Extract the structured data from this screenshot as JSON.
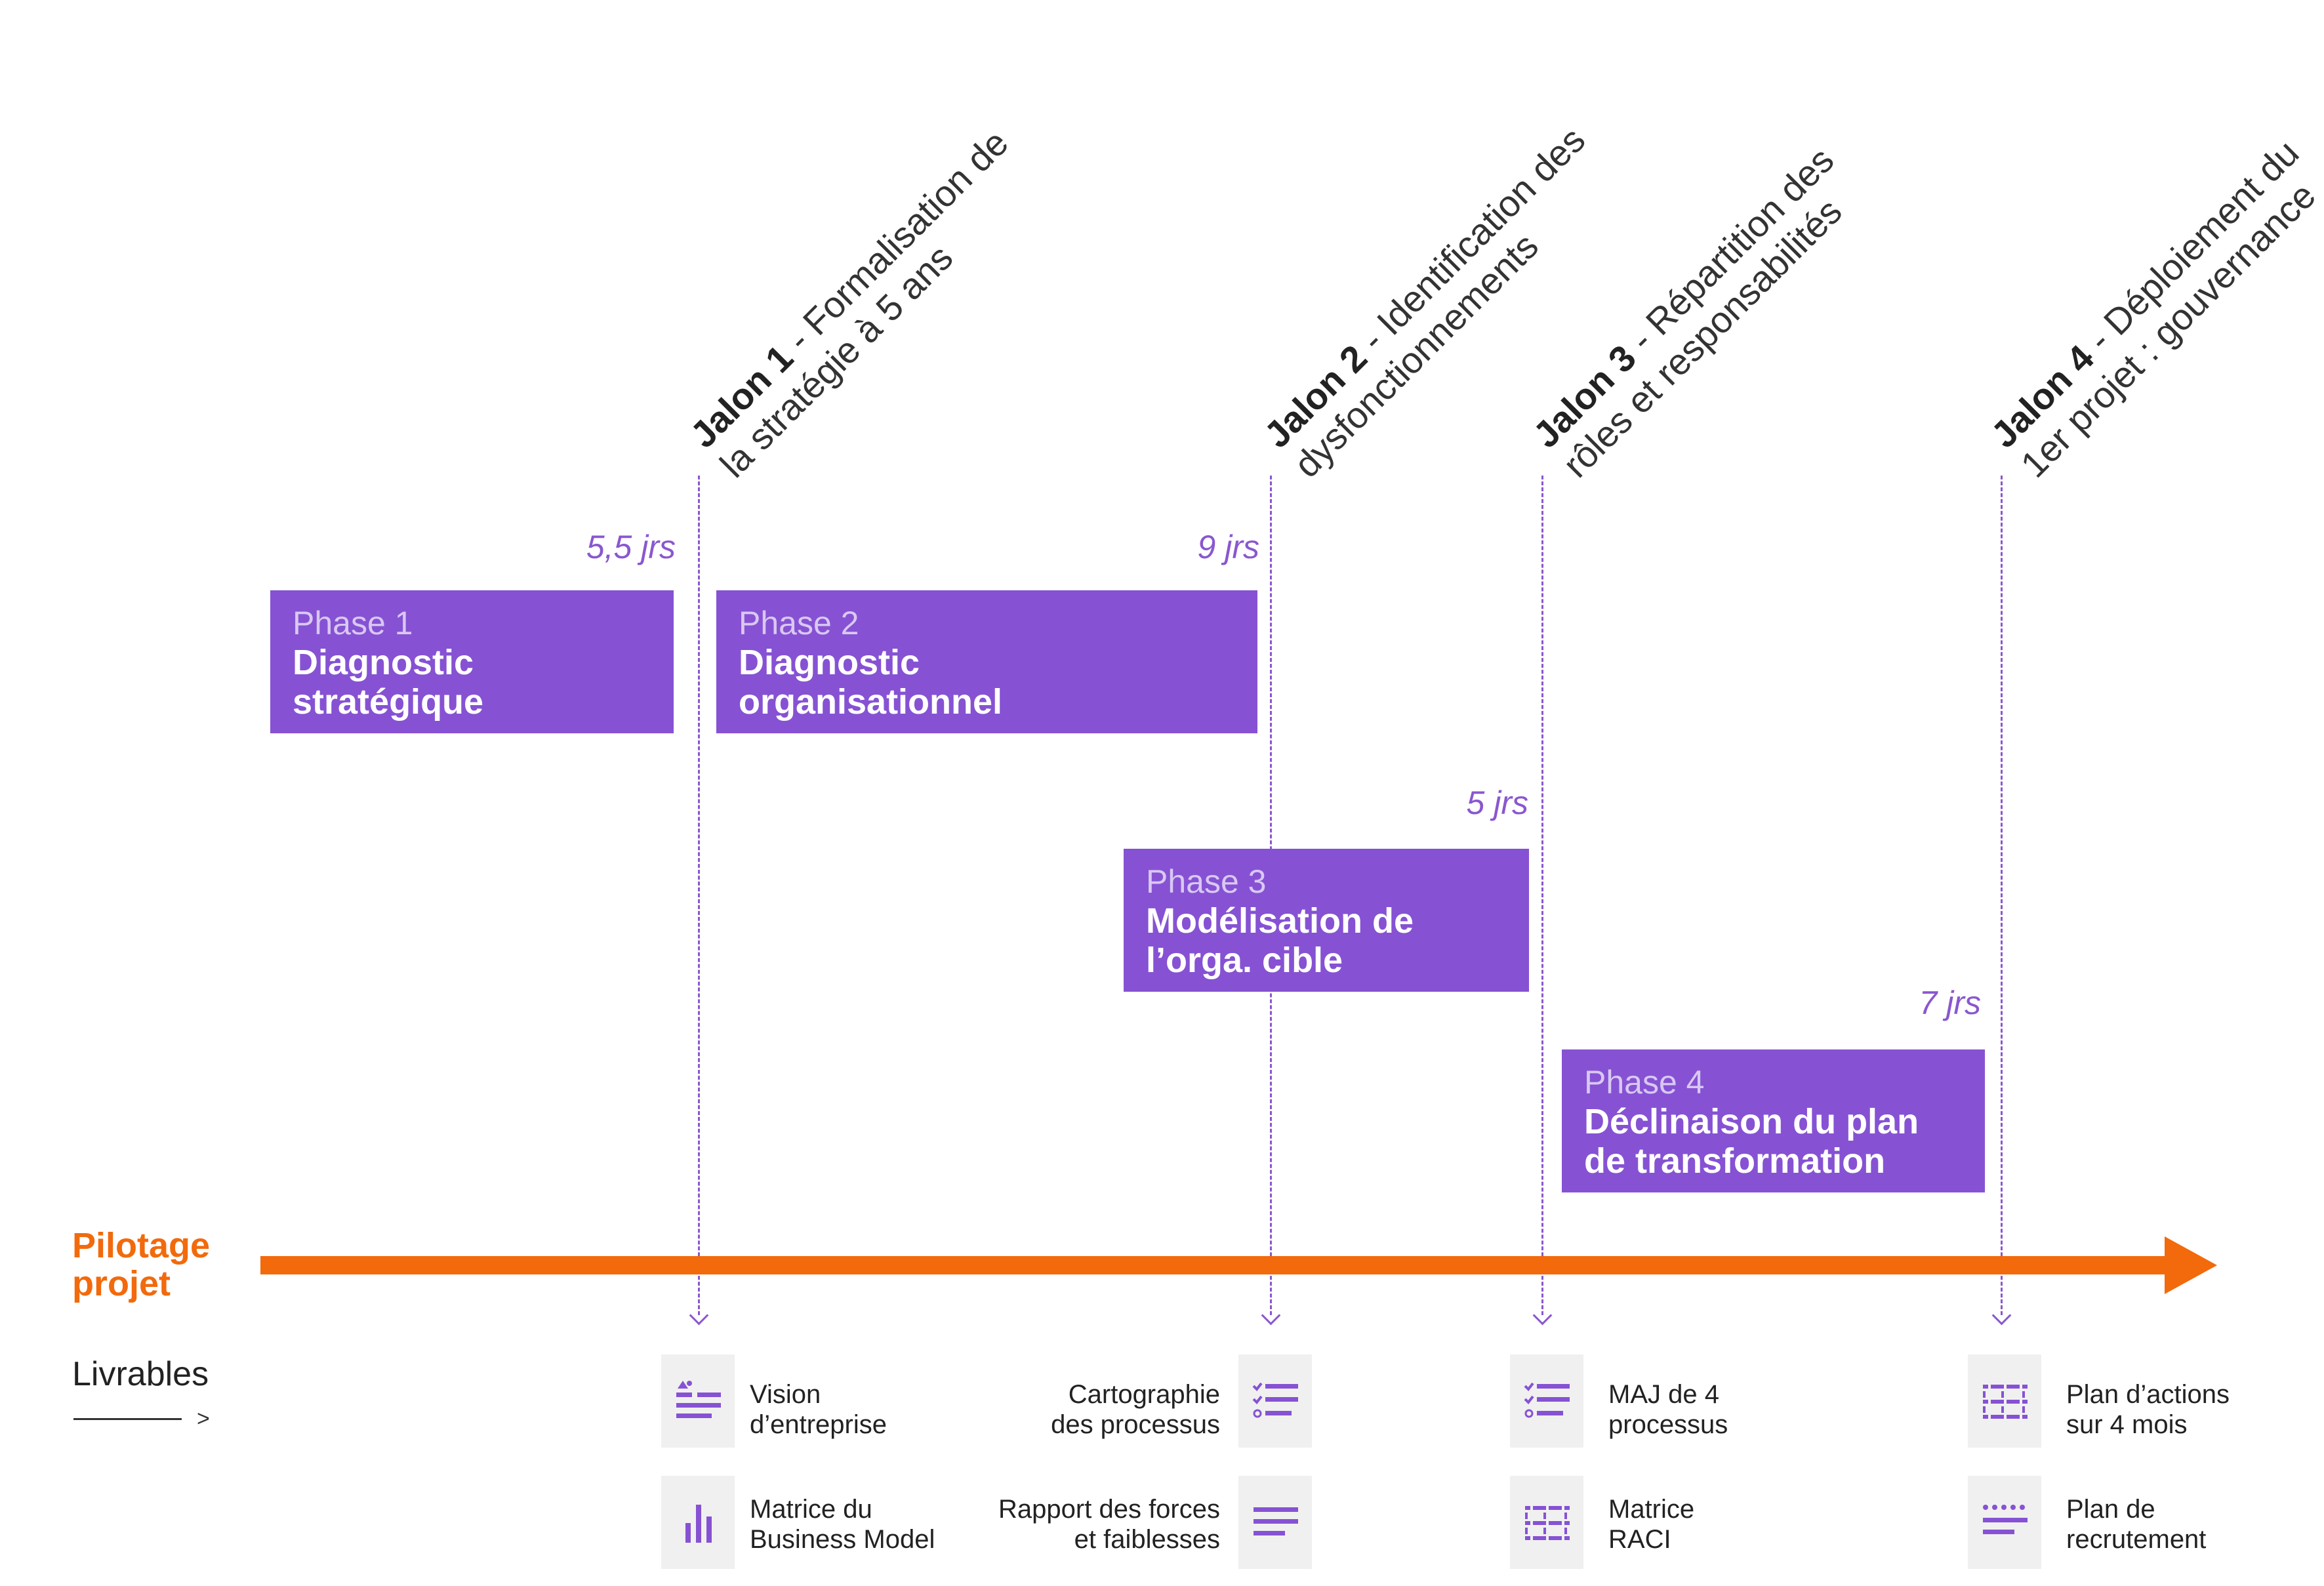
{
  "jalons": [
    {
      "bold": "Jalon 1",
      "line1": " - Formalisation de",
      "line2": "la stratégie à 5 ans"
    },
    {
      "bold": "Jalon 2",
      "line1": " - Identification des",
      "line2": "dysfonctionnements"
    },
    {
      "bold": "Jalon 3",
      "line1": " - Répartition des",
      "line2": "rôles et responsabilités"
    },
    {
      "bold": "Jalon 4",
      "line1": " - Déploiement du",
      "line2": "1er projet : gouvernance"
    }
  ],
  "phases": [
    {
      "number": "Phase 1",
      "name_line1": "Diagnostic",
      "name_line2": "stratégique",
      "duration": "5,5 jrs"
    },
    {
      "number": "Phase 2",
      "name_line1": "Diagnostic",
      "name_line2": "organisationnel",
      "duration": "9 jrs"
    },
    {
      "number": "Phase 3",
      "name_line1": "Modélisation de",
      "name_line2": "l’orga. cible",
      "duration": "5 jrs"
    },
    {
      "number": "Phase 4",
      "name_line1": "Déclinaison du plan",
      "name_line2": "de transformation",
      "duration": "7 jrs"
    }
  ],
  "pilotage": {
    "line1": "Pilotage",
    "line2": "projet"
  },
  "livrables_label": "Livrables",
  "livrables_chevron": ">",
  "deliverables": [
    {
      "icon": "vision-list-icon",
      "line1": "Vision",
      "line2": "d’entreprise"
    },
    {
      "icon": "bar-chart-icon",
      "line1": "Matrice du",
      "line2": "Business Model"
    },
    {
      "icon": "checklist-icon",
      "line1": "Cartographie",
      "line2": "des processus"
    },
    {
      "icon": "text-lines-icon",
      "line1": "Rapport des forces",
      "line2": "et faiblesses"
    },
    {
      "icon": "checklist-icon",
      "line1": "MAJ de 4",
      "line2": "processus"
    },
    {
      "icon": "grid-table-icon",
      "line1": "Matrice",
      "line2": "RACI"
    },
    {
      "icon": "grid-table-icon",
      "line1": "Plan d’actions",
      "line2": "sur 4 mois"
    },
    {
      "icon": "stars-lines-icon",
      "line1": "Plan de",
      "line2": "recrutement"
    }
  ],
  "colors": {
    "accent": "#8652d3",
    "orange": "#f26a0c",
    "tile": "#f0f0f0"
  }
}
